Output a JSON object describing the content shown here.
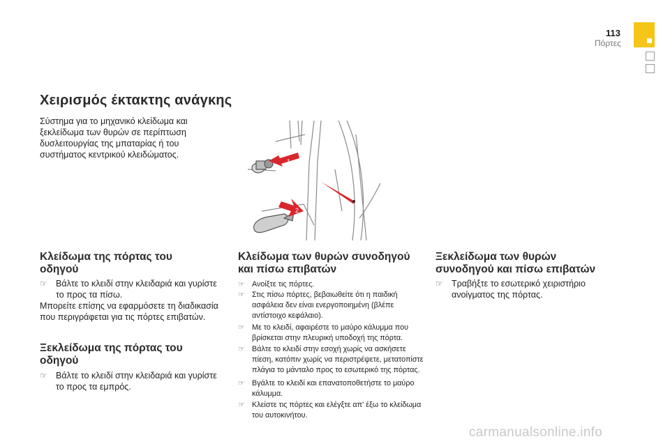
{
  "header": {
    "page_number": "113",
    "chapter": "Πόρτες"
  },
  "main_title": "Χειρισμός έκτακτης ανάγκης",
  "intro_lines": [
    "Σύστημα για το μηχανικό κλείδωμα και",
    "ξεκλείδωμα των θυρών σε περίπτωση",
    "δυσλειτουργίας της μπαταρίας ή του",
    "συστήματος κεντρικού κλειδώματος."
  ],
  "figure": {
    "marker_1": "1",
    "marker_2": "2"
  },
  "sections": {
    "lock_driver": {
      "title_lines": [
        "Κλείδωμα της πόρτας του",
        "οδηγού"
      ],
      "bullet_lines": [
        "Βάλτε το κλειδί στην κλειδαριά και γυρίστε",
        "το προς τα πίσω."
      ],
      "note_lines": [
        "Μπορείτε επίσης να εφαρμόσετε τη διαδικασία",
        "που περιγράφεται για τις πόρτες επιβατών."
      ]
    },
    "unlock_driver": {
      "title_lines": [
        "Ξεκλείδωμα της πόρτας του",
        "οδηγού"
      ],
      "bullet_lines": [
        "Βάλτε το κλειδί στην κλειδαριά και γυρίστε",
        "το προς τα εμπρός."
      ]
    },
    "lock_passenger": {
      "title_lines": [
        "Κλείδωμα των θυρών συνοδηγού",
        "και πίσω επιβατών"
      ],
      "bullets": [
        {
          "lines": [
            "Ανοίξτε τις πόρτες."
          ]
        },
        {
          "lines": [
            "Στις πίσω πόρτες, βεβαιωθείτε ότι η παιδική",
            "ασφάλεια δεν είναι ενεργοποιημένη (βλέπε",
            "αντίστοιχο κεφάλαιο)."
          ]
        },
        {
          "lines": [
            "Με το κλειδί, αφαιρέστε το μαύρο κάλυμμα που",
            "βρίσκεται στην πλευρική υποδοχή της πόρτα."
          ]
        },
        {
          "lines": [
            "Βάλτε το κλειδί στην εσοχή χωρίς να ασκήσετε",
            "πίεση, κατόπιν χωρίς να περιστρέψετε, μετατοπίστε",
            "πλάγια το μάνταλο προς το εσωτερικό της πόρτας."
          ]
        },
        {
          "lines": [
            "Βγάλτε το κλειδί και επανατοποθετήστε το μαύρο",
            "κάλυμμα."
          ]
        },
        {
          "lines": [
            "Κλείστε τις πόρτες και ελέγξτε απ' έξω το κλείδωμα",
            "του αυτοκινήτου."
          ]
        }
      ]
    },
    "unlock_passenger": {
      "title_lines": [
        "Ξεκλείδωμα των θυρών",
        "συνοδηγού και πίσω επιβατών"
      ],
      "bullet_lines": [
        "Τραβήξτε το εσωτερικό χειριστήριο",
        "ανοίγματος της πόρτας."
      ]
    }
  },
  "bullet_icon": "pointing-hand-icon",
  "watermark": "carmanualsonline.info",
  "colors": {
    "tab_accent": "#f5c518",
    "arrow_red": "#d9262c"
  }
}
